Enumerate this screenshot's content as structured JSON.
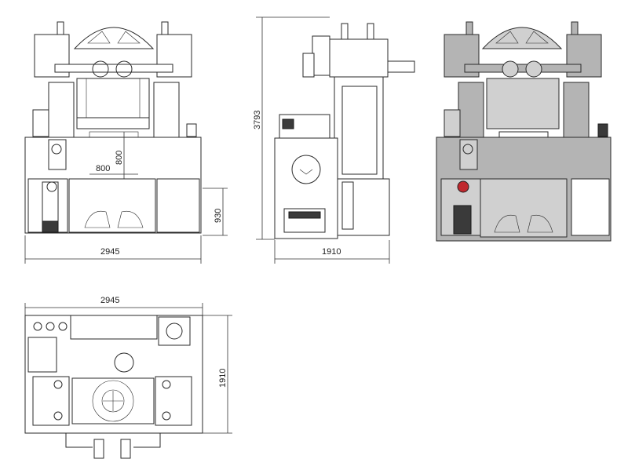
{
  "views": {
    "front": {
      "width_dim": "2945",
      "height_dim": "930",
      "opening_w": "800",
      "opening_h": "800"
    },
    "side": {
      "height_dim": "3793",
      "width_dim": "1910"
    },
    "top": {
      "width_dim": "2945",
      "depth_dim": "1910"
    }
  },
  "colors": {
    "line": "#2a2a2a",
    "shaded_fill": "#b4b4b4",
    "accent_red": "#c0282d"
  }
}
